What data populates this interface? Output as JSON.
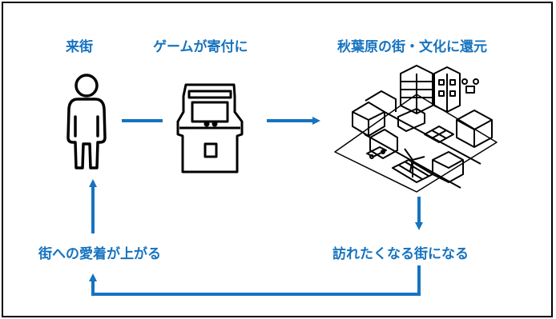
{
  "colors": {
    "accent": "#1673bf",
    "line": "#000000"
  },
  "labels": {
    "visit": "来街",
    "donate": "ゲームが寄付に",
    "return": "秋葉原の街・文化に還元",
    "attach": "街への愛着が上がる",
    "want": "訪れたくなる街になる"
  },
  "icons": [
    "person-icon",
    "arcade-cabinet-icon",
    "city-icon"
  ]
}
